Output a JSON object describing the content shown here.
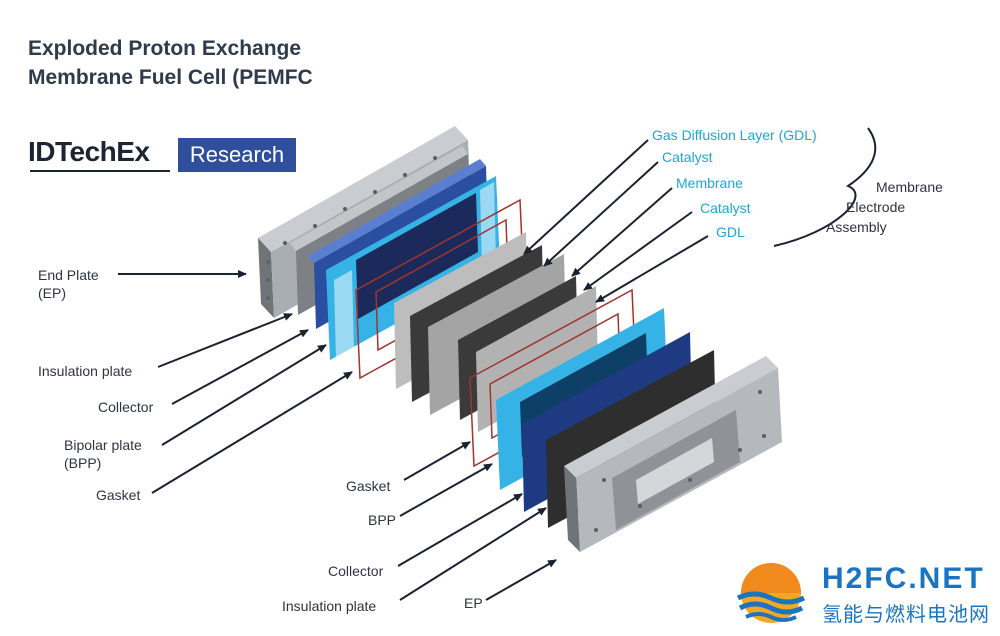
{
  "title": {
    "line1": "Exploded Proton Exchange",
    "line2": "Membrane Fuel Cell (PEMFC"
  },
  "logo": {
    "brand": "IDTechEx",
    "tag": "Research"
  },
  "labels_left": {
    "end_plate_1": "End Plate",
    "end_plate_2": "(EP)",
    "insulation_plate": "Insulation plate",
    "collector": "Collector",
    "bipolar_plate_1": "Bipolar plate",
    "bipolar_plate_2": "(BPP)",
    "gasket": "Gasket"
  },
  "labels_bottom": {
    "gasket": "Gasket",
    "bpp": "BPP",
    "collector": "Collector",
    "insulation_plate": "Insulation plate",
    "ep": "EP"
  },
  "labels_mea": {
    "gdl_full": "Gas Diffusion Layer (GDL)",
    "catalyst_1": "Catalyst",
    "membrane": "Membrane",
    "catalyst_2": "Catalyst",
    "gdl": "GDL"
  },
  "mea_group": {
    "line1": "Membrane",
    "line2": "Electrode",
    "line3": "Assembly"
  },
  "watermark": {
    "logo_text": "H2FC.NET",
    "sub_text": "氢能与燃料电池网"
  },
  "colors": {
    "mea_label": "#1fa6d2",
    "end_plate": "#9ea3a8",
    "insulation": "#7d8186",
    "collector": "#2b4fa0",
    "bpp": "#36b3e6",
    "gasket": "#a0342e",
    "gdl": "#8a8a8a",
    "catalyst": "#3a3a3a",
    "membrane": "#b9b9b9"
  }
}
